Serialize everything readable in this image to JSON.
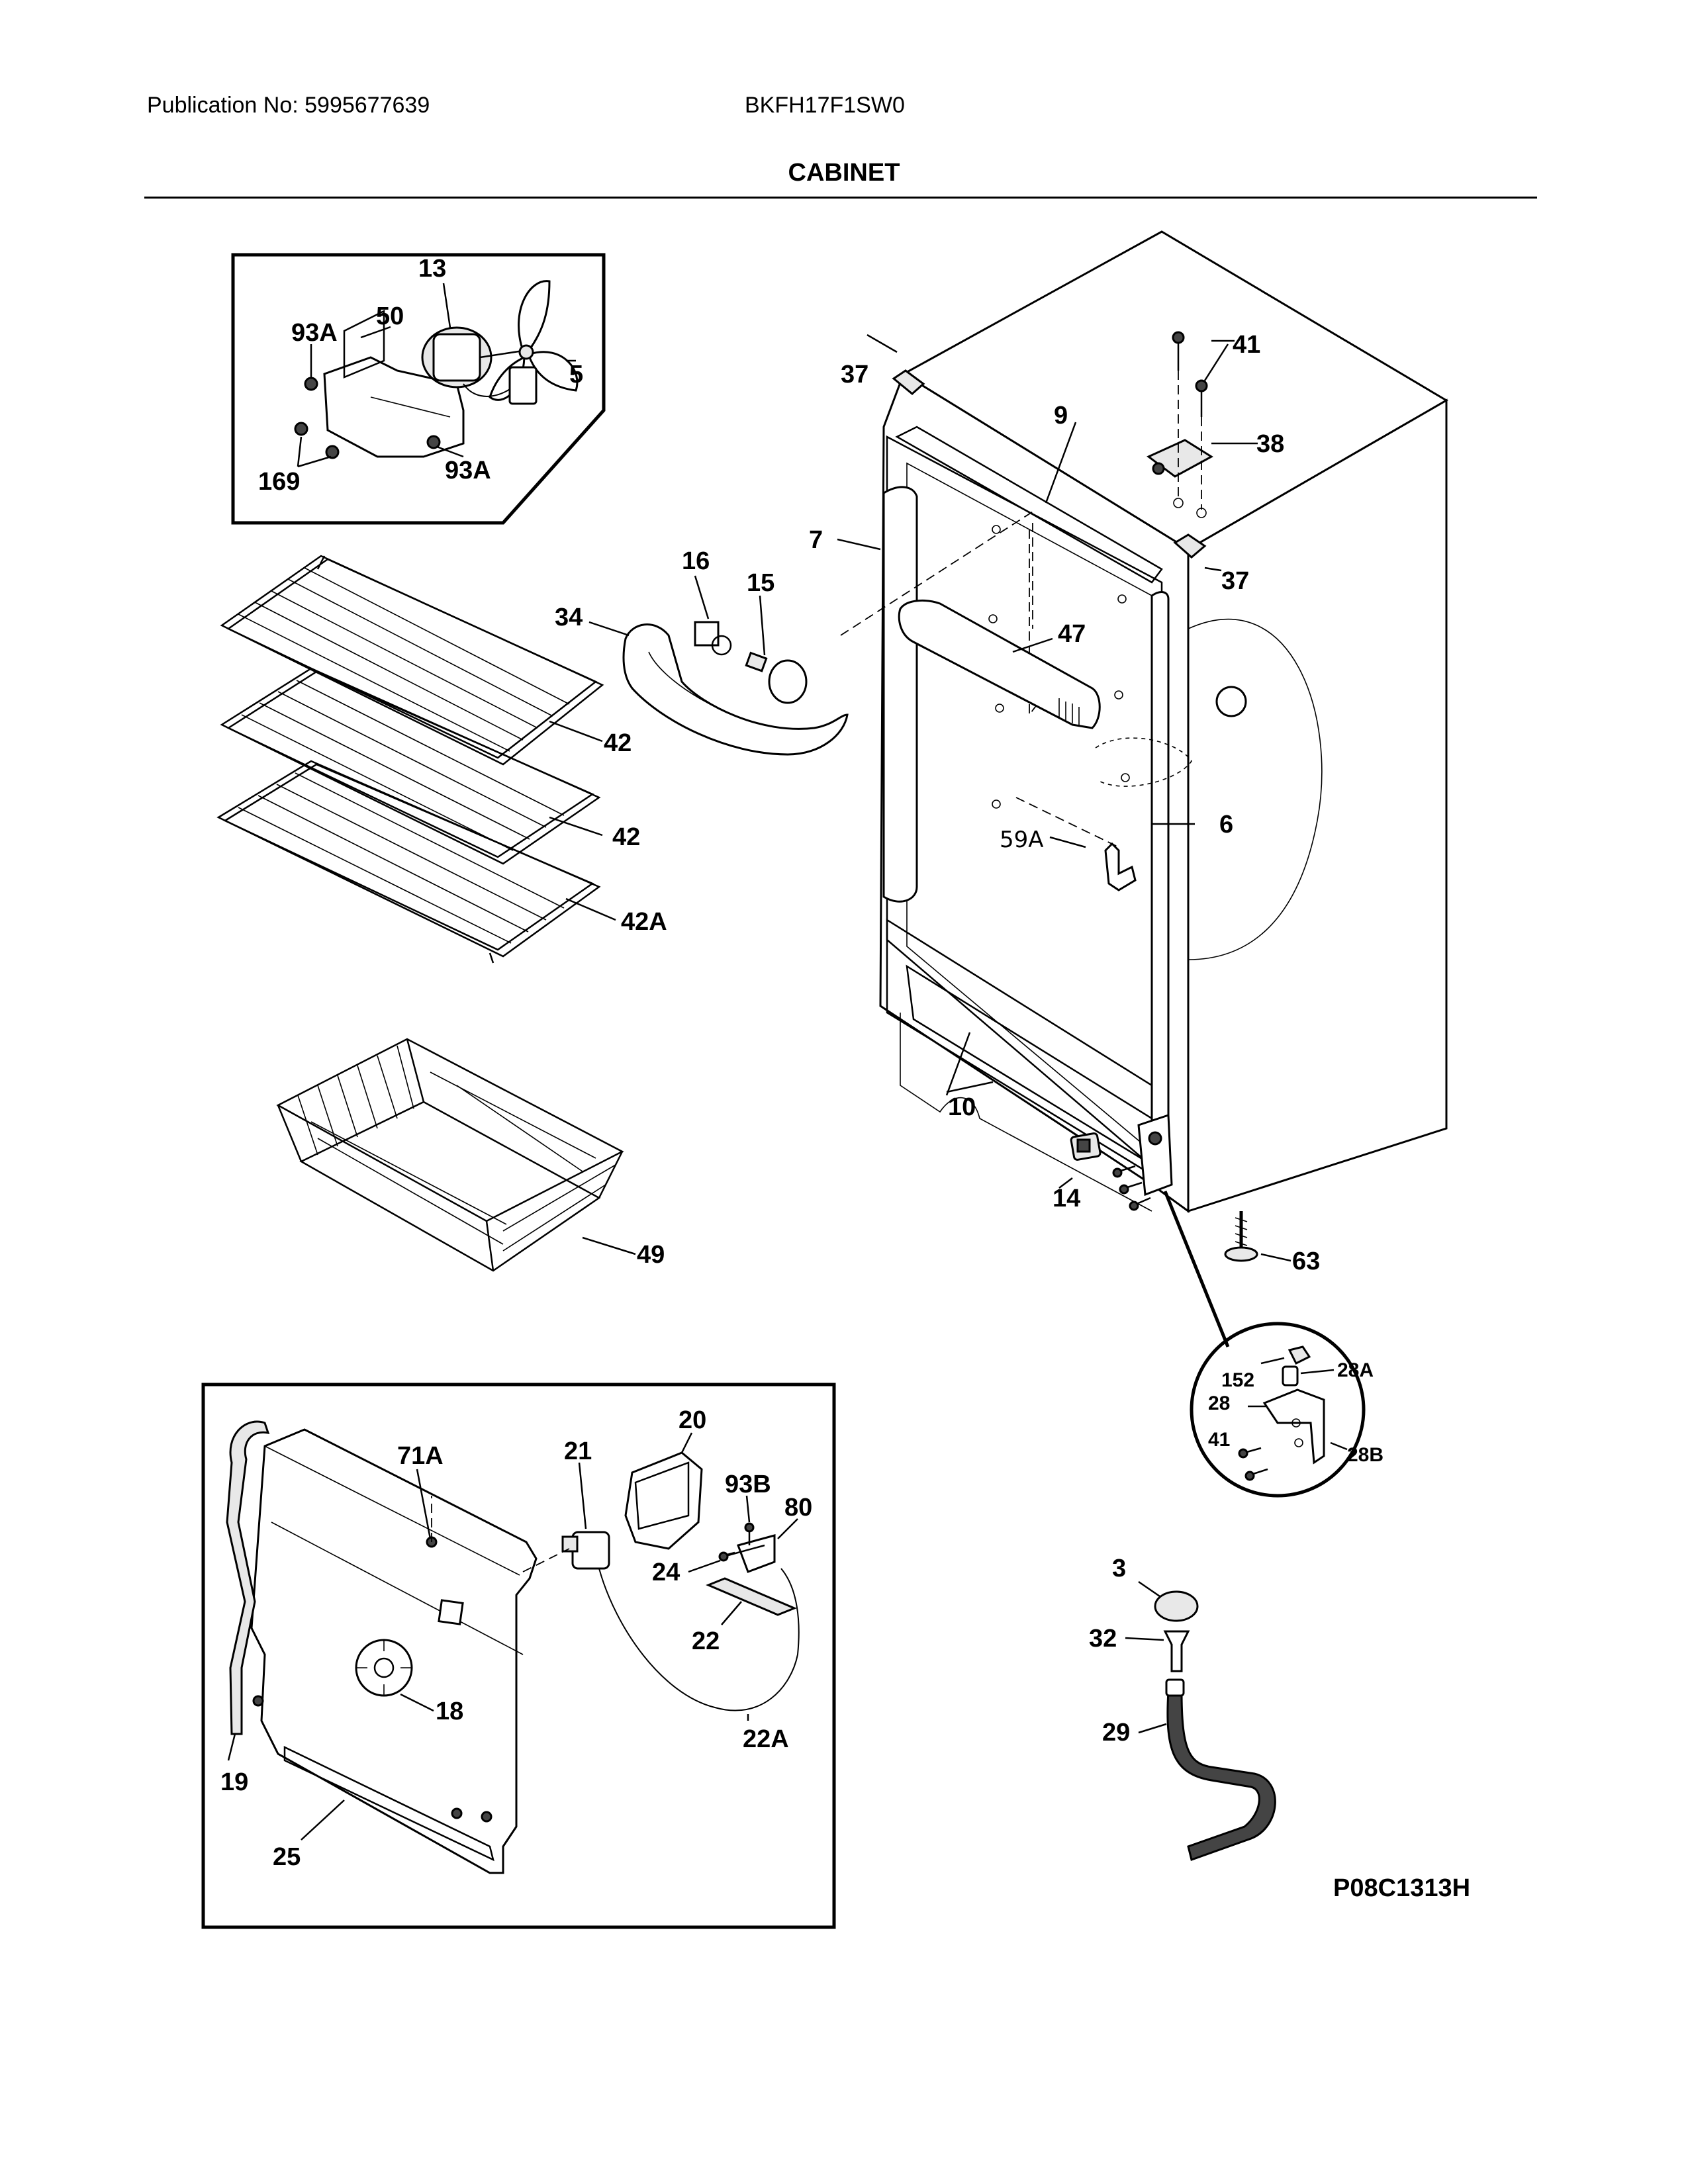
{
  "header": {
    "publication": "Publication No: 5995677639",
    "model": "BKFH17F1SW0",
    "section_title": "CABINET"
  },
  "figure_code": "P08C1313H",
  "callouts": {
    "c13": "13",
    "c50": "50",
    "c93a_top": "93A",
    "c5": "5",
    "c169": "169",
    "c93a_bot": "93A",
    "c37_top": "37",
    "c41_top": "41",
    "c9": "9",
    "c38": "38",
    "c7": "7",
    "c16": "16",
    "c15": "15",
    "c34": "34",
    "c37_right": "37",
    "c47": "47",
    "c42_a": "42",
    "c42_b": "42",
    "c42a": "42A",
    "c59a": "59A",
    "c6": "6",
    "c10": "10",
    "c14": "14",
    "c63": "63",
    "c49": "49",
    "c152": "152",
    "c28a": "28A",
    "c28": "28",
    "c41_hinge": "41",
    "c28b": "28B",
    "c20": "20",
    "c71a": "71A",
    "c21": "21",
    "c93b": "93B",
    "c80": "80",
    "c24": "24",
    "c22": "22",
    "c18": "18",
    "c22a": "22A",
    "c19": "19",
    "c25": "25",
    "c3": "3",
    "c32": "32",
    "c29": "29"
  }
}
